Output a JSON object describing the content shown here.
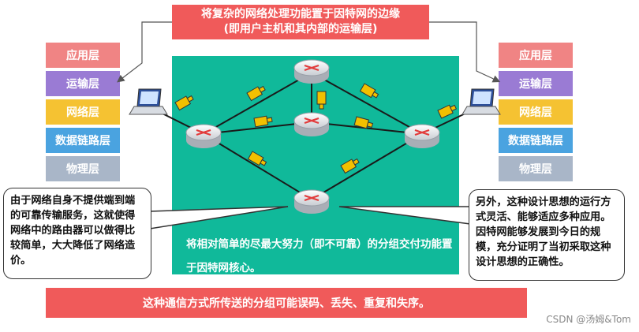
{
  "top_banner": {
    "line1": "将复杂的网络处理功能置于因特网的边缘",
    "line2": "(即用户主机和其内部的运输层)"
  },
  "left_stack": [
    "应用层",
    "运输层",
    "网络层",
    "数据链路层",
    "物理层"
  ],
  "right_stack": [
    "应用层",
    "运输层",
    "网络层",
    "数据链路层",
    "物理层"
  ],
  "layer_colors": [
    "#f08484",
    "#9a7bd4",
    "#f5c232",
    "#4aa3e0",
    "#a9b6c8"
  ],
  "core_text": "将相对简单的尽最大努力（即不可靠）的分组交付功能置于因特网核心。",
  "left_callout": "由于网络自身不提供端到端的可靠传输服务，这就使得网络中的路由器可以做得比较简单，大大降低了网络造价。",
  "right_callout": "另外，这种设计思想的运行方式灵活、能够适应多种应用。因特网能够发展到今日的规模，充分证明了当初采取这种设计思想的正确性。",
  "bottom_banner": "这种通信方式所传送的分组可能误码、丢失、重复和失序。",
  "watermark": "CSDN @汤姆&Tom",
  "colors": {
    "red": "#f05a5a",
    "teal": "#10b99a",
    "packet": "#f2c000"
  }
}
